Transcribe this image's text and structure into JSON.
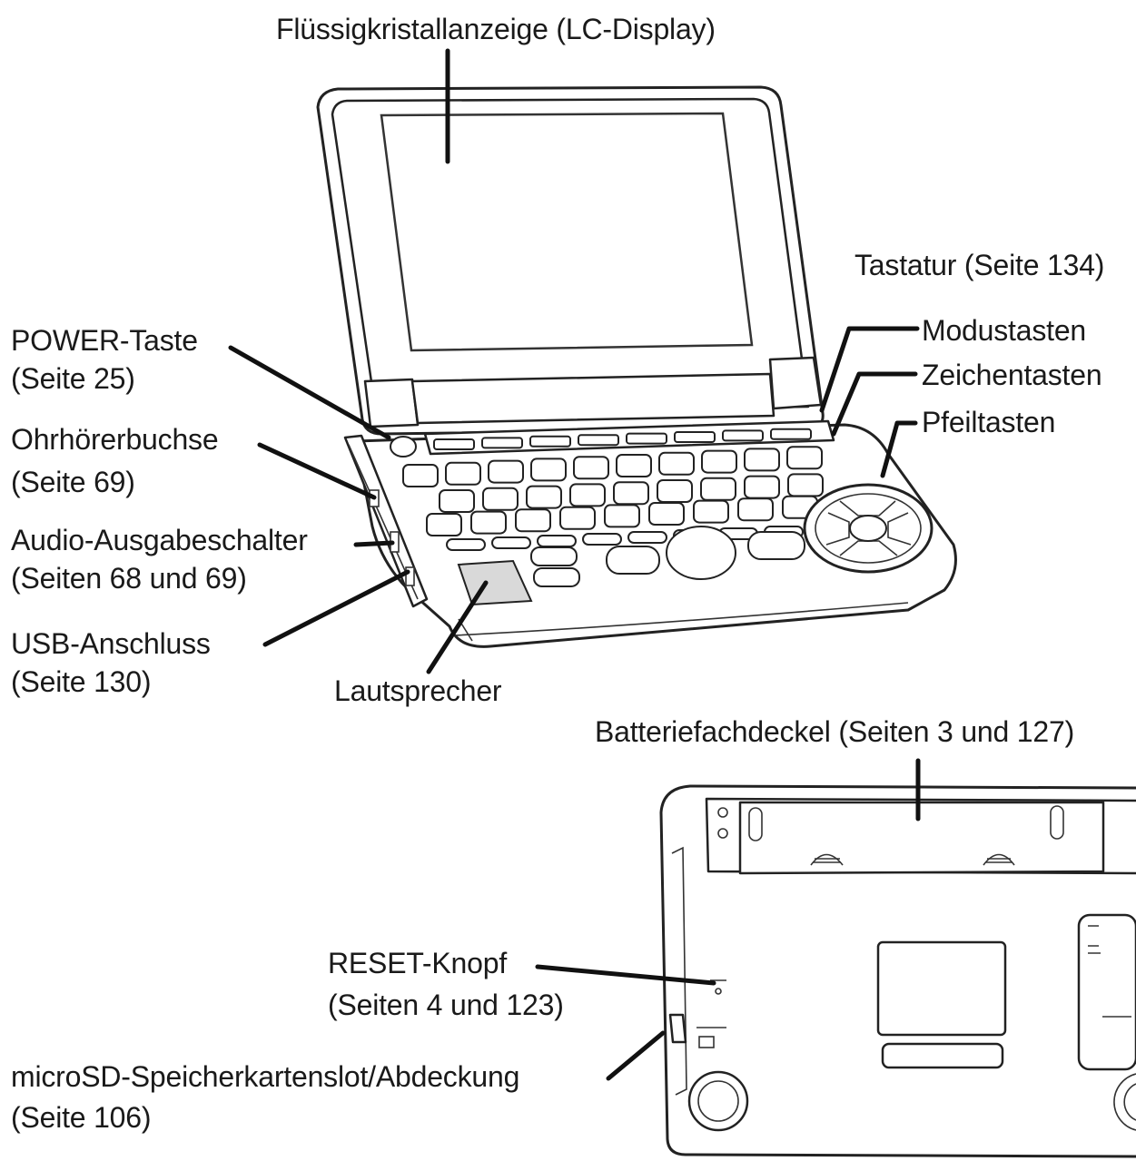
{
  "labels": {
    "lcd": "Flüssigkristallanzeige (LC-Display)",
    "keyboard": "Tastatur (Seite 134)",
    "mode_keys": "Modustasten",
    "char_keys": "Zeichentasten",
    "arrow_keys": "Pfeiltasten",
    "power_1": "POWER-Taste",
    "power_2": "(Seite 25)",
    "earphone_1": "Ohrhörerbuchse",
    "earphone_2": "(Seite 69)",
    "audio_1": "Audio-Ausgabeschalter",
    "audio_2": "(Seiten 68 und 69)",
    "usb_1": "USB-Anschluss",
    "usb_2": "(Seite 130)",
    "speaker": "Lautsprecher",
    "battery": "Batteriefachdeckel (Seiten 3 und 127)",
    "reset_1": "RESET-Knopf",
    "reset_2": "(Seiten 4 und 123)",
    "microsd_1": "microSD-Speicherkartenslot/Abdeckung",
    "microsd_2": "(Seite 106)"
  }
}
